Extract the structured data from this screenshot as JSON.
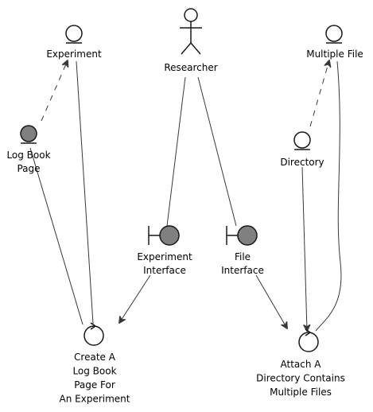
{
  "nodes": {
    "experiment": {
      "label": [
        "Experiment"
      ]
    },
    "researcher": {
      "label": [
        "Researcher"
      ]
    },
    "multiple_file": {
      "label": [
        "Multiple File"
      ]
    },
    "log_book_page": {
      "label": [
        "Log Book",
        "Page"
      ]
    },
    "directory": {
      "label": [
        "Directory"
      ]
    },
    "experiment_interface": {
      "label": [
        "Experiment",
        "Interface"
      ]
    },
    "file_interface": {
      "label": [
        "File",
        "Interface"
      ]
    },
    "create_log_book": {
      "label": [
        "Create A",
        "Log Book",
        "Page For",
        "An Experiment"
      ]
    },
    "attach_directory": {
      "label": [
        "Attach A",
        "Directory Contains",
        "Multiple Files"
      ]
    }
  },
  "colors": {
    "line": "#383838",
    "outline": "#181818",
    "fill_light": "#fefefe",
    "fill_dark": "#808080"
  }
}
